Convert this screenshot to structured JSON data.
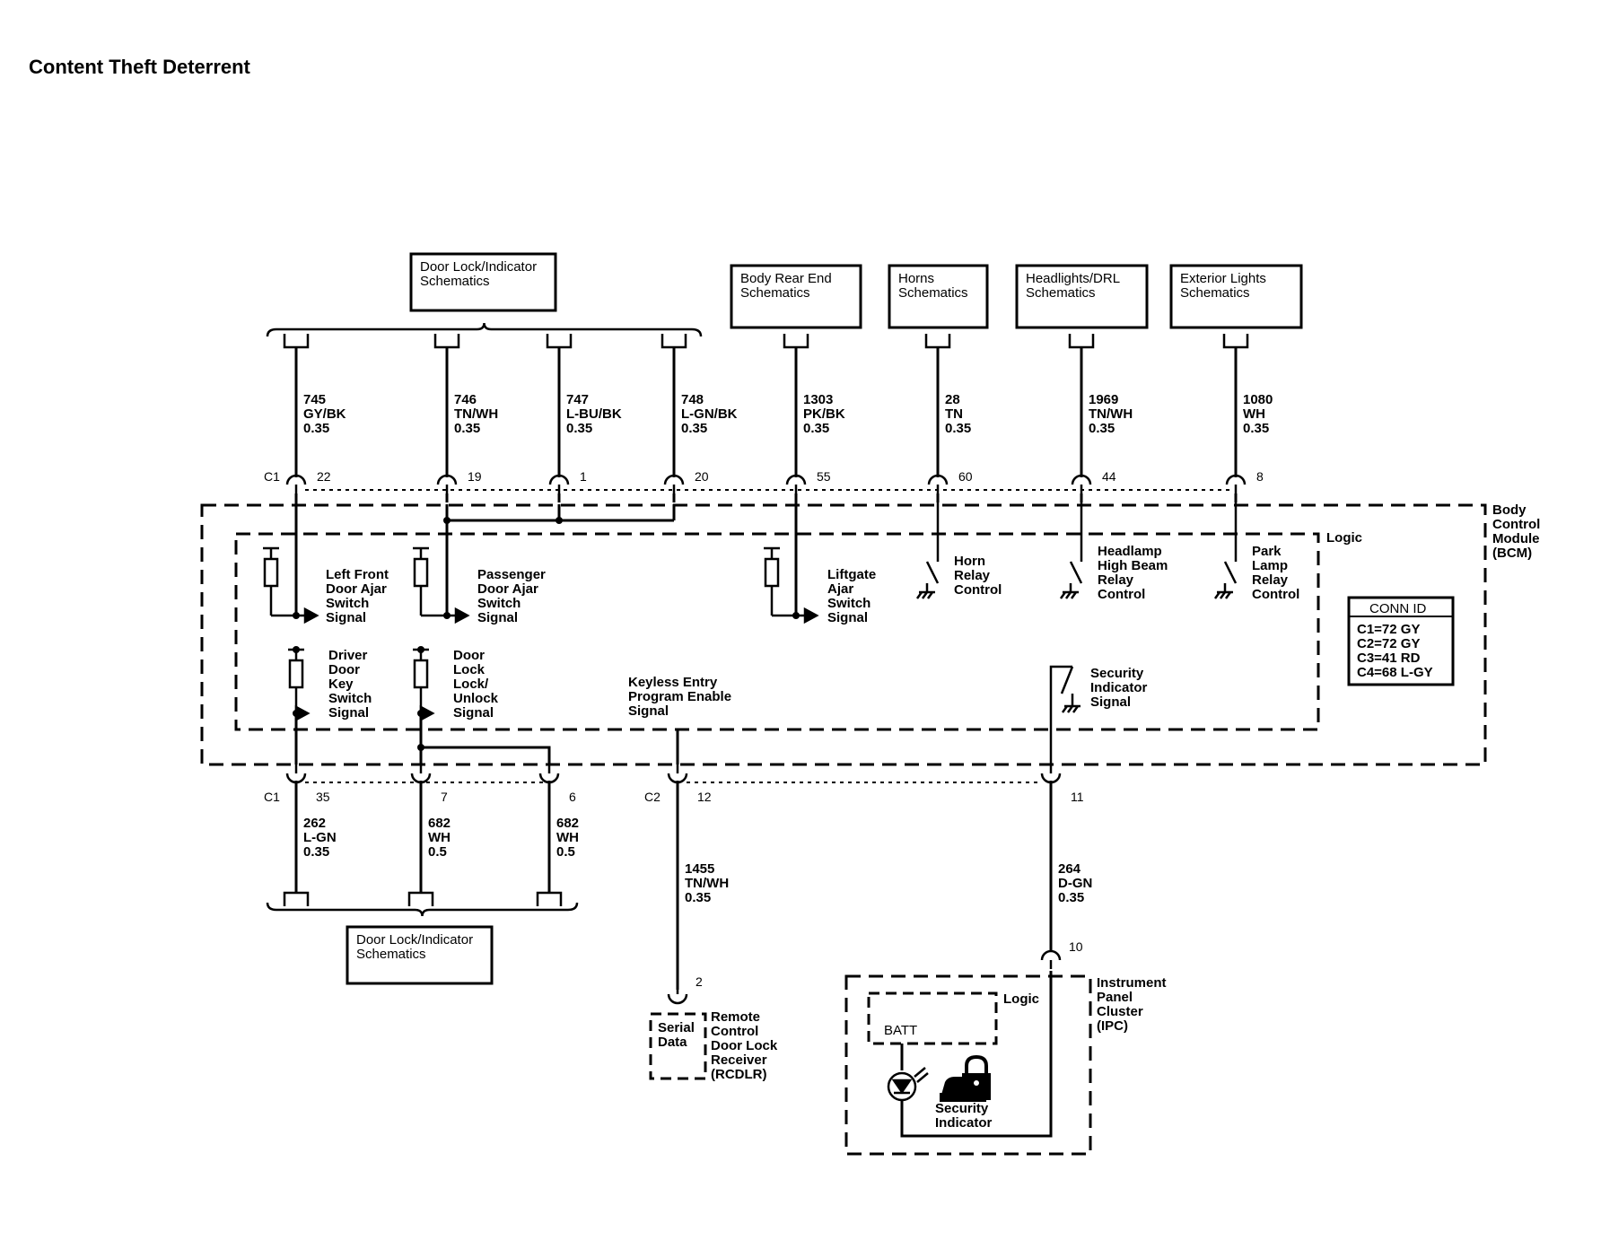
{
  "title": "Content Theft Deterrent",
  "ref_boxes": {
    "door_lock_top": [
      "Door Lock/Indicator",
      "Schematics"
    ],
    "body_rear_end": [
      "Body Rear End",
      "Schematics"
    ],
    "horns": [
      "Horns",
      "Schematics"
    ],
    "headlights_drl": [
      "Headlights/DRL",
      "Schematics"
    ],
    "exterior_lights": [
      "Exterior Lights",
      "Schematics"
    ],
    "door_lock_bottom": [
      "Door Lock/Indicator",
      "Schematics"
    ]
  },
  "top_wires": [
    {
      "circuit": "745",
      "color": "GY/BK",
      "gauge": "0.35",
      "pin": "22"
    },
    {
      "circuit": "746",
      "color": "TN/WH",
      "gauge": "0.35",
      "pin": "19"
    },
    {
      "circuit": "747",
      "color": "L-BU/BK",
      "gauge": "0.35",
      "pin": "1"
    },
    {
      "circuit": "748",
      "color": "L-GN/BK",
      "gauge": "0.35",
      "pin": "20"
    },
    {
      "circuit": "1303",
      "color": "PK/BK",
      "gauge": "0.35",
      "pin": "55"
    },
    {
      "circuit": "28",
      "color": "TN",
      "gauge": "0.35",
      "pin": "60"
    },
    {
      "circuit": "1969",
      "color": "TN/WH",
      "gauge": "0.35",
      "pin": "44"
    },
    {
      "circuit": "1080",
      "color": "WH",
      "gauge": "0.35",
      "pin": "8"
    }
  ],
  "bottom_wires": [
    {
      "circuit": "262",
      "color": "L-GN",
      "gauge": "0.35",
      "pin": "35"
    },
    {
      "circuit": "682",
      "color": "WH",
      "gauge": "0.5",
      "pin": "7"
    },
    {
      "circuit": "682",
      "color": "WH",
      "gauge": "0.5",
      "pin": "6"
    },
    {
      "circuit": "1455",
      "color": "TN/WH",
      "gauge": "0.35",
      "pin": "12"
    },
    {
      "circuit": "264",
      "color": "D-GN",
      "gauge": "0.35",
      "pin": "11"
    }
  ],
  "connectors": {
    "c1_top": "C1",
    "c1_bottom": "C1",
    "c2": "C2",
    "ipc_pin": "10",
    "rcdlr_pin": "2"
  },
  "bcm": {
    "name": [
      "Body",
      "Control",
      "Module",
      "(BCM)"
    ],
    "logic": "Logic",
    "signals": {
      "lf_door_ajar": [
        "Left Front",
        "Door Ajar",
        "Switch",
        "Signal"
      ],
      "pass_door_ajar": [
        "Passenger",
        "Door Ajar",
        "Switch",
        "Signal"
      ],
      "liftgate_ajar": [
        "Liftgate",
        "Ajar",
        "Switch",
        "Signal"
      ],
      "horn_relay": [
        "Horn",
        "Relay",
        "Control"
      ],
      "headlamp_relay": [
        "Headlamp",
        "High Beam",
        "Relay",
        "Control"
      ],
      "park_lamp_relay": [
        "Park",
        "Lamp",
        "Relay",
        "Control"
      ],
      "driver_door_key": [
        "Driver",
        "Door",
        "Key",
        "Switch",
        "Signal"
      ],
      "door_lock_unlock": [
        "Door",
        "Lock",
        "Lock/",
        "Unlock",
        "Signal"
      ],
      "keyless_entry": [
        "Keyless Entry",
        "Program Enable",
        "Signal"
      ],
      "security_indicator": [
        "Security",
        "Indicator",
        "Signal"
      ]
    }
  },
  "conn_id": {
    "title": "CONN ID",
    "rows": [
      "C1=72 GY",
      "C2=72 GY",
      "C3=41 RD",
      "C4=68 L-GY"
    ]
  },
  "rcdlr": {
    "inner": [
      "Serial",
      "Data"
    ],
    "name": [
      "Remote",
      "Control",
      "Door Lock",
      "Receiver",
      "(RCDLR)"
    ]
  },
  "ipc": {
    "logic": "Logic",
    "batt": "BATT",
    "name": [
      "Instrument",
      "Panel",
      "Cluster",
      "(IPC)"
    ],
    "indicator": [
      "Security",
      "Indicator"
    ]
  }
}
